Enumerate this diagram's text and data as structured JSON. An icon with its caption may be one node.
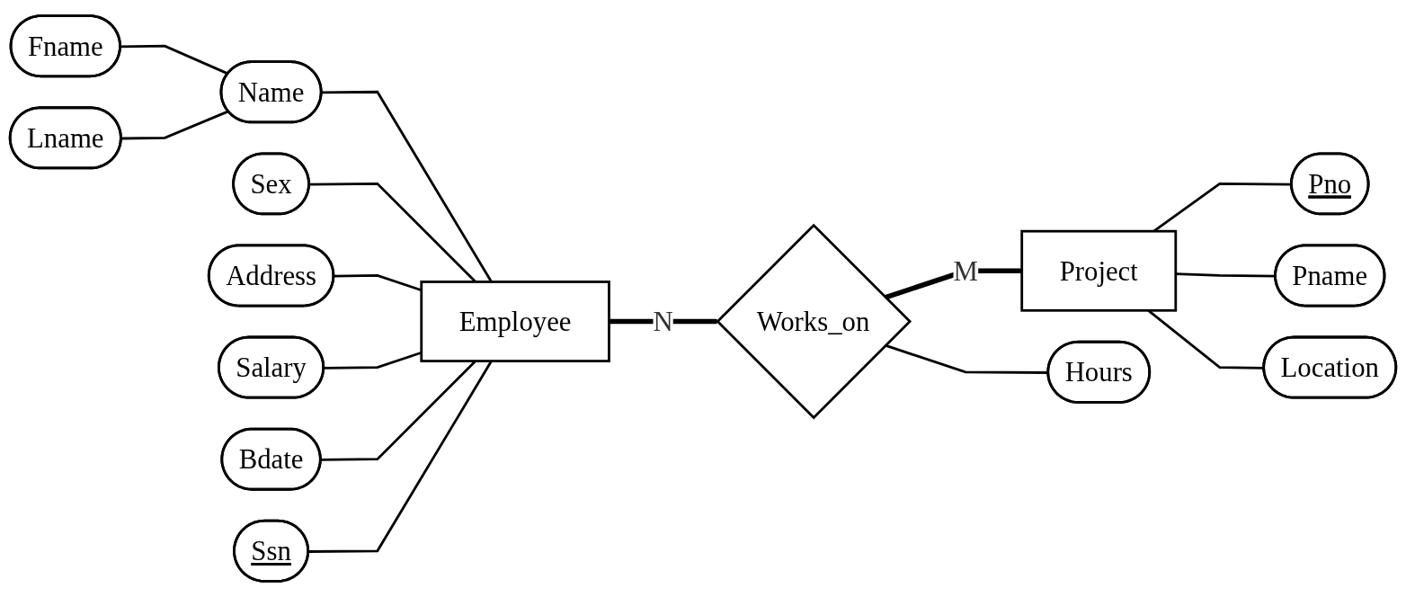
{
  "diagram": {
    "nodes": [
      {
        "text": [
          "Fname"
        ]
      },
      {
        "text": [
          "Lname"
        ]
      },
      {
        "text": [
          "Address"
        ]
      },
      {
        "text": [
          "Sex"
        ]
      },
      {
        "text": [
          "Name"
        ]
      },
      {
        "text": [
          "Salary"
        ]
      },
      {
        "text": [
          "Bdate"
        ]
      },
      {
        "text": [
          "Employee"
        ]
      },
      {
        "text": [
          "Ssn"
        ]
      },
      {
        "text": [
          "Works_on"
        ]
      },
      {
        "text": [
          "Project"
        ]
      },
      {
        "text": [
          "Hours"
        ]
      },
      {
        "text": [
          "Pno"
        ]
      },
      {
        "text": [
          "Pname"
        ]
      },
      {
        "text": [
          "Location"
        ]
      }
    ],
    "edges": [
      {
        "from": 0,
        "to": 4,
        "arrow": "none"
      },
      {
        "from": 1,
        "to": 4,
        "arrow": "none"
      },
      {
        "from": 4,
        "to": 7,
        "arrow": "none"
      },
      {
        "from": 3,
        "to": 7,
        "arrow": "none"
      },
      {
        "from": 2,
        "to": 7,
        "arrow": "none"
      },
      {
        "from": 5,
        "to": 7,
        "arrow": "none"
      },
      {
        "from": 6,
        "to": 7,
        "arrow": "none"
      },
      {
        "from": 8,
        "to": 7,
        "arrow": "none"
      },
      {
        "from": 7,
        "to": 9,
        "arrow": "none",
        "label": "N",
        "style": "thick"
      },
      {
        "from": 9,
        "to": 10,
        "arrow": "none",
        "label": "M",
        "style": "thick"
      },
      {
        "from": 9,
        "to": 11,
        "arrow": "none"
      },
      {
        "from": 10,
        "to": 12,
        "arrow": "none"
      },
      {
        "from": 10,
        "to": 13,
        "arrow": "none"
      },
      {
        "from": 10,
        "to": 14,
        "arrow": "none"
      }
    ]
  }
}
